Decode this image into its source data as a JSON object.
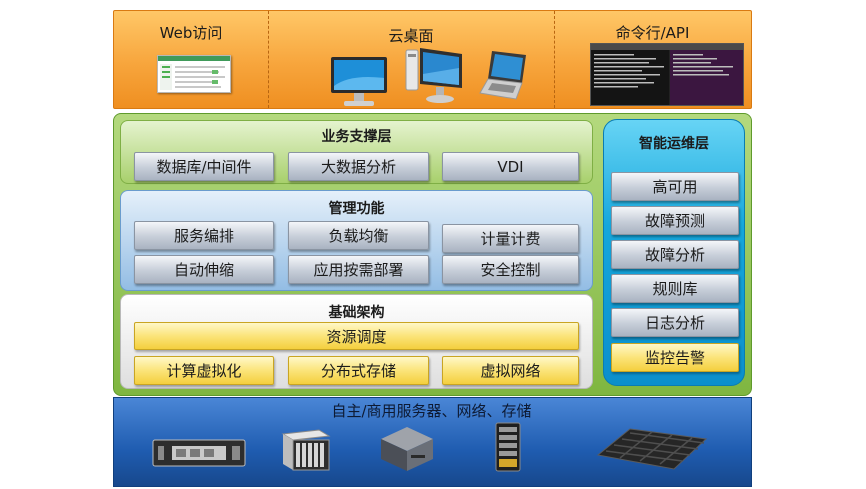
{
  "access": {
    "web": "Web访问",
    "desktop": "云桌面",
    "cli": "命令行/API"
  },
  "business_layer": {
    "title": "业务支撑层",
    "items": [
      "数据库/中间件",
      "大数据分析",
      "VDI"
    ]
  },
  "management_layer": {
    "title": "管理功能",
    "items": [
      "服务编排",
      "负载均衡",
      "计量计费",
      "自动伸缩",
      "应用按需部署",
      "安全控制"
    ]
  },
  "infrastructure_layer": {
    "title": "基础架构",
    "scheduler": "资源调度",
    "items": [
      "计算虚拟化",
      "分布式存储",
      "虚拟网络"
    ]
  },
  "ops_layer": {
    "title": "智能运维层",
    "items": [
      "高可用",
      "故障预测",
      "故障分析",
      "规则库",
      "日志分析",
      "监控告警"
    ]
  },
  "hardware": {
    "title": "自主/商用服务器、网络、存储"
  },
  "icons": [
    "web-screenshot-icon",
    "desktop-monitor-icon",
    "thin-client-icon",
    "laptop-icon",
    "terminal-screenshot-icon",
    "rack-server-icon",
    "blade-server-icon",
    "appliance-server-icon",
    "network-switch-icon",
    "storage-array-icon"
  ],
  "colors": {
    "access_band": "#f7a53c",
    "frame_green": "#7fb640",
    "management_blue": "#93bde4",
    "ops_cyan": "#16a7dc",
    "hardware_blue": "#1f5cb0",
    "yellow_box": "#fbe47a",
    "gray_box": "#c6cdd8"
  }
}
